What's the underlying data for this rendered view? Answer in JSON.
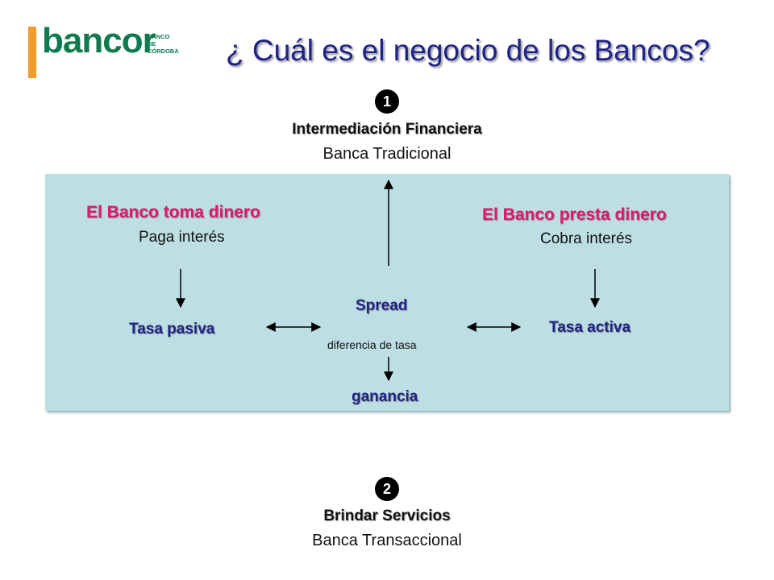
{
  "logo": {
    "wordmark": "bancor",
    "sub_lines": [
      "BANCO",
      "DE",
      "CÓRDOBA"
    ],
    "colors": {
      "wordmark": "#0f7a4e",
      "bar": "#f39c2a"
    }
  },
  "title": "¿ Cuál es el negocio de los Bancos?",
  "section1": {
    "number": "1",
    "heading": "Intermediación Financiera",
    "subheading": "Banca Tradicional"
  },
  "panel": {
    "background": "#bddfe3",
    "left": {
      "heading": "El Banco toma dinero",
      "subheading": "Paga interés",
      "rate": "Tasa pasiva"
    },
    "right": {
      "heading": "El Banco presta dinero",
      "subheading": "Cobra interés",
      "rate": "Tasa activa"
    },
    "center": {
      "spread": "Spread",
      "spread_note": "diferencia de tasa",
      "result": "ganancia"
    }
  },
  "section2": {
    "number": "2",
    "heading": "Brindar Servicios",
    "subheading": "Banca Transaccional"
  },
  "colors": {
    "title": "#1d2388",
    "pink": "#e0186e",
    "blue": "#1d2388"
  }
}
